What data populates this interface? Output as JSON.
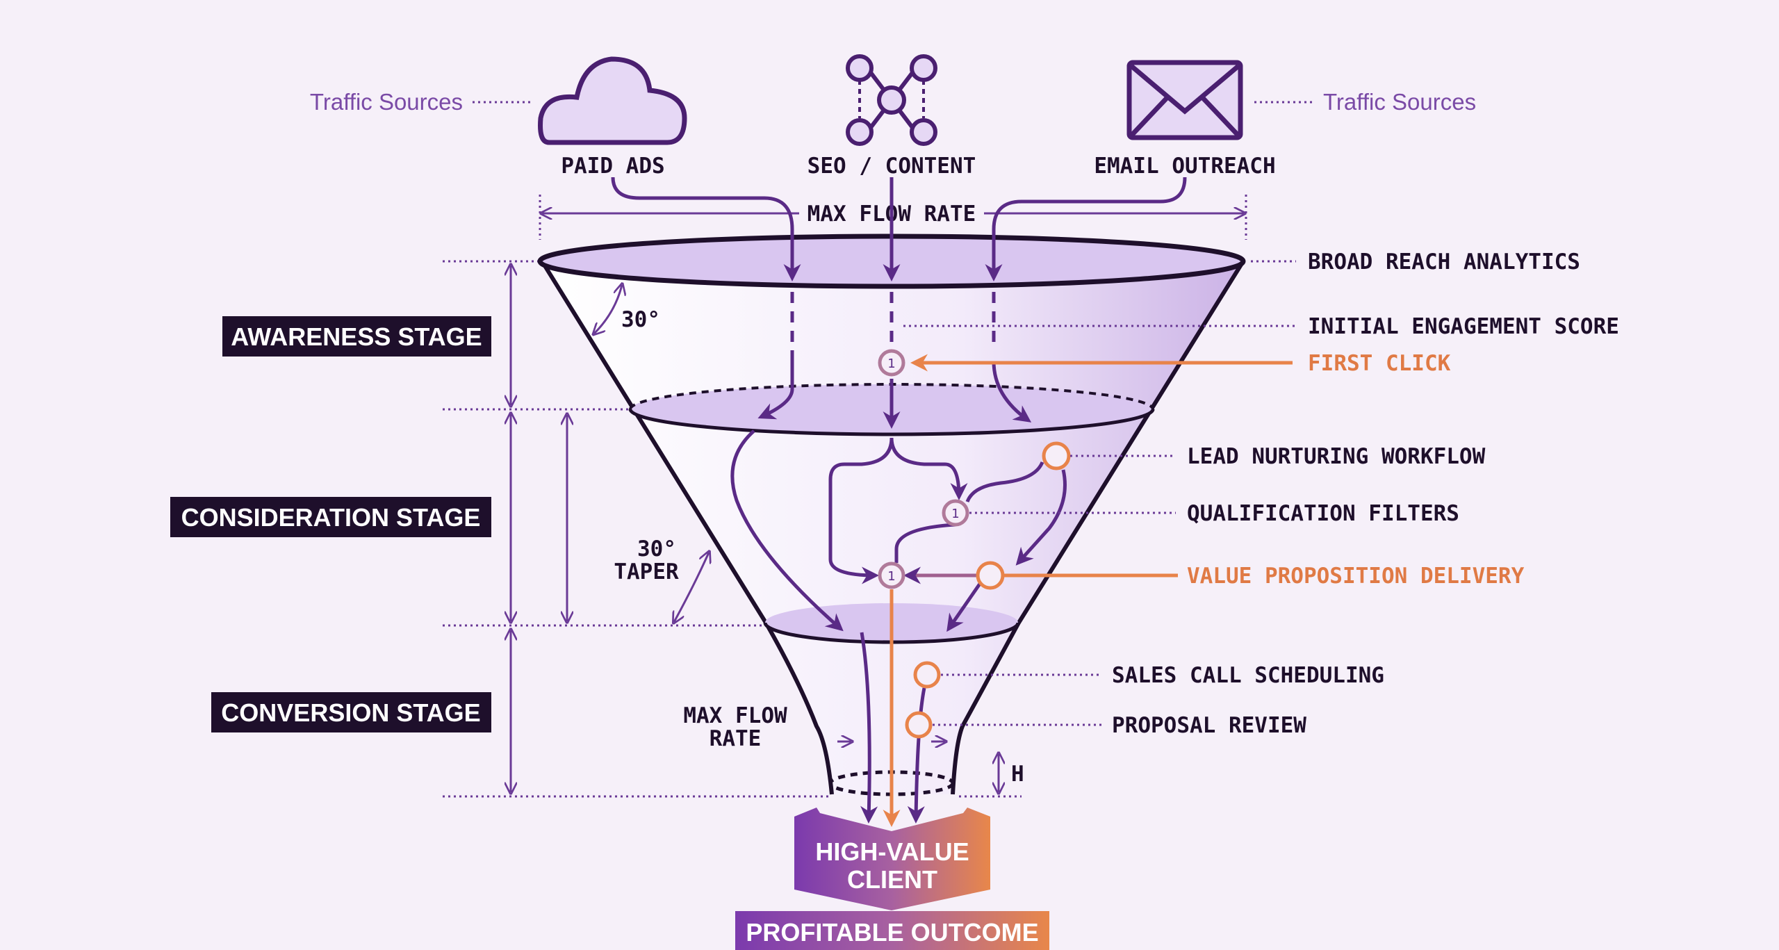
{
  "sources": {
    "traffic_left": "Traffic Sources",
    "traffic_right": "Traffic Sources",
    "paid_ads": {
      "label": "PAID ADS",
      "icon": "cloud-icon"
    },
    "seo": {
      "label": "SEO / CONTENT",
      "icon": "network-icon"
    },
    "email": {
      "label": "EMAIL OUTREACH",
      "icon": "envelope-icon"
    }
  },
  "dimensions": {
    "max_flow_rate_top": "MAX FLOW RATE",
    "angle_top": "30°",
    "angle_mid_1": "30°",
    "angle_mid_2": "TAPER",
    "max_flow_rate_bottom_1": "MAX FLOW",
    "max_flow_rate_bottom_2": "RATE",
    "height": "H"
  },
  "stages": [
    "AWARENESS STAGE",
    "CONSIDERATION STAGE",
    "CONVERSION STAGE"
  ],
  "annotations": {
    "broad_reach": "BROAD REACH ANALYTICS",
    "initial_engagement": "INITIAL ENGAGEMENT SCORE",
    "first_click": "FIRST CLICK",
    "lead_nurturing": "LEAD NURTURING WORKFLOW",
    "qualification": "QUALIFICATION FILTERS",
    "value_prop": "VALUE PROPOSITION DELIVERY",
    "sales_call": "SALES CALL SCHEDULING",
    "proposal": "PROPOSAL REVIEW",
    "marker_number": "1"
  },
  "outcome": {
    "client_1": "HIGH-VALUE",
    "client_2": "CLIENT",
    "profit": "PROFITABLE OUTCOME"
  },
  "colors": {
    "purple": "#5a2a86",
    "orange": "#e8834a",
    "dark": "#1e0f2b",
    "fill": "#d9c6f0"
  }
}
